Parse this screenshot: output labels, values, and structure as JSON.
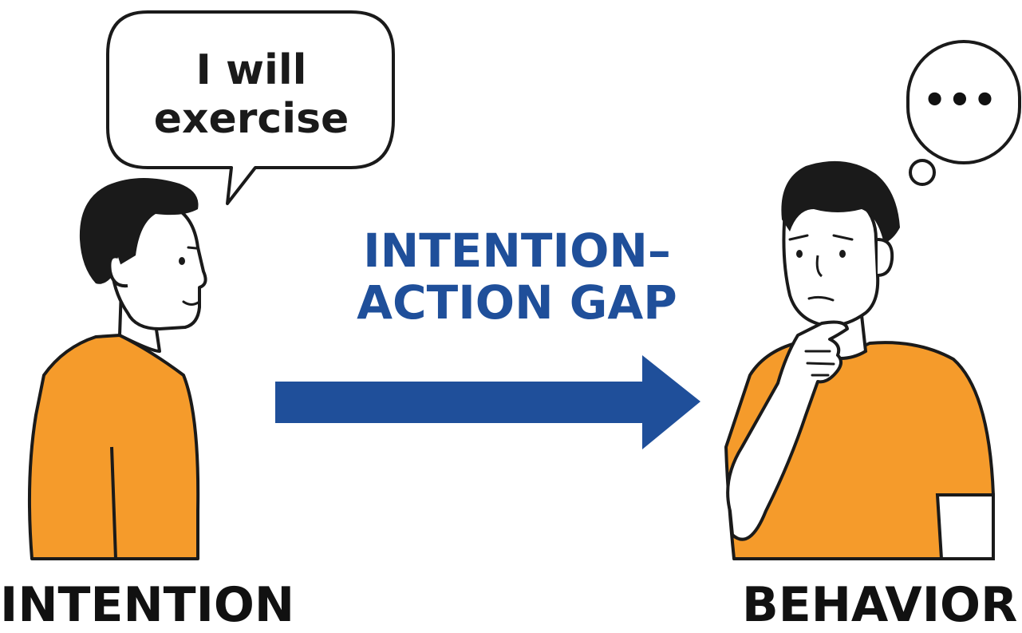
{
  "speech_bubble": {
    "lines": [
      "I will",
      "exercise"
    ]
  },
  "thought_bubble": {
    "text": "•••"
  },
  "gap_label": {
    "lines": [
      "INTENTION–",
      "ACTION GAP"
    ]
  },
  "left_label": "INTENTION",
  "right_label": "BEHAVIOR",
  "colors": {
    "shirt": "#f59b2b",
    "hair": "#1a1a1a",
    "outline": "#1a1a1a",
    "arrow": "#1f4f9a",
    "gap_text": "#1f4f9a",
    "skin": "#ffffff"
  },
  "icons": {
    "left_figure": "person-speaking-icon",
    "right_figure": "person-thinking-icon",
    "arrow": "right-arrow-icon"
  }
}
